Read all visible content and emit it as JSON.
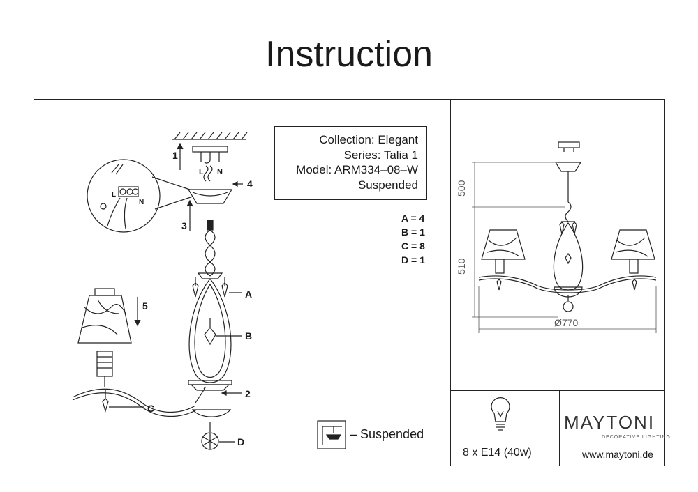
{
  "title": "Instruction",
  "info": {
    "collection": "Collection: Elegant",
    "series": "Series: Talia 1",
    "model": "Model: ARM334–08–W",
    "type": "Suspended"
  },
  "quantities": [
    "A = 4",
    "B = 1",
    "C = 8",
    "D = 1"
  ],
  "part_labels": {
    "A": "A",
    "B": "B",
    "C": "C",
    "D": "D"
  },
  "steps": [
    "1",
    "2",
    "3",
    "4",
    "5"
  ],
  "wiring": {
    "L": "L",
    "N": "N"
  },
  "suspended_legend": "– Suspended",
  "dimensions": {
    "height_top": "500",
    "height_body": "510",
    "diameter": "Ø770"
  },
  "bulb_spec": "8 x E14 (40w)",
  "brand": {
    "name": "MAYTONI",
    "tagline": "DECORATIVE LIGHTING",
    "url": "www.maytoni.de"
  }
}
